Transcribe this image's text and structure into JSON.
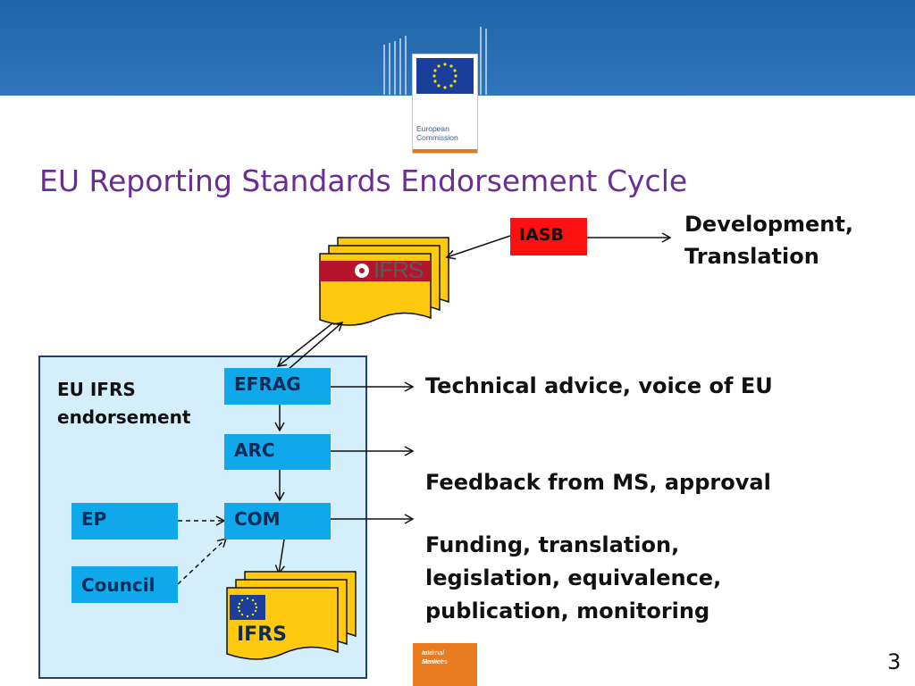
{
  "header": {
    "logo_text_line1": "European",
    "logo_text_line2": "Commission"
  },
  "slide": {
    "title": "EU Reporting Standards Endorsement Cycle",
    "page_number": "3",
    "footer_logo_line1": "Internal Market",
    "footer_logo_line2": "and Services"
  },
  "diagram": {
    "iasb_label": "IASB",
    "ifrs_doc_logo": "IFRS",
    "development_text": "Development, Translation",
    "panel_label": "EU IFRS endorsement",
    "efrag": "EFRAG",
    "arc": "ARC",
    "com": "COM",
    "ep": "EP",
    "council": "Council",
    "ifrs_eu_label": "IFRS",
    "efrag_desc": "Technical advice, voice of EU",
    "arc_desc": "Feedback from MS, approval",
    "com_desc": "Funding, translation, legislation, equivalence, publication, monitoring"
  },
  "colors": {
    "banner": "#1f64a8",
    "title": "#6b2d91",
    "node_blue": "#0fa8ea",
    "iasb_red": "#ff1010",
    "panel_bg": "#d4eefb",
    "doc_yellow": "#ffc90e"
  }
}
